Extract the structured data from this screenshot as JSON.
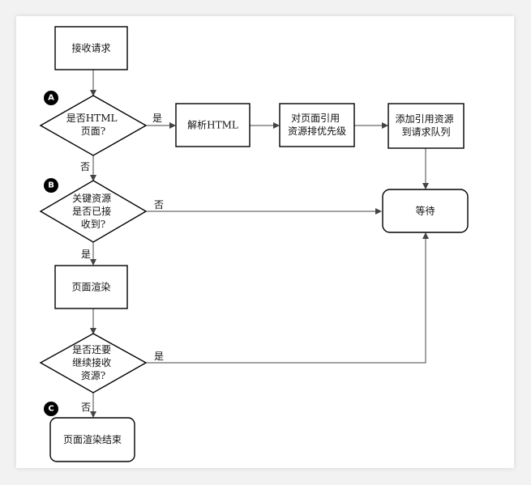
{
  "nodes": {
    "receive": "接收请求",
    "is_html": [
      "是否HTML",
      "页面?"
    ],
    "parse": "解析HTML",
    "prioritize": [
      "对页面引用",
      "资源排优先级"
    ],
    "enqueue": [
      "添加引用资源",
      "到请求队列"
    ],
    "wait": "等待",
    "critical": [
      "关键资源",
      "是否已接",
      "收到?"
    ],
    "render": "页面渲染",
    "continue_check": [
      "是否还要",
      "继续接收",
      "资源?"
    ],
    "done": "页面渲染结束"
  },
  "badges": {
    "a": "A",
    "b": "B",
    "c": "C"
  },
  "edge_labels": {
    "html_yes": "是",
    "html_no": "否",
    "critical_no": "否",
    "critical_yes": "是",
    "continue_yes": "是",
    "continue_no": "否"
  },
  "colors": {
    "background": "#f2f2f2",
    "canvas": "#ffffff",
    "stroke": "#000000"
  }
}
